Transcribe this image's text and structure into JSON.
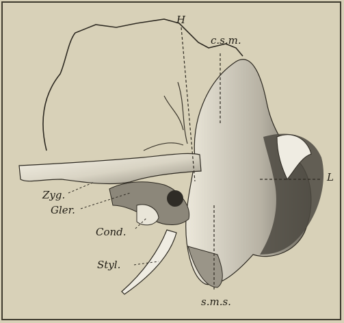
{
  "figure": {
    "labels": {
      "H": "H",
      "csm": "c.s.m.",
      "L": "L",
      "zyg": "Zyg.",
      "gler": "Gler.",
      "cond": "Cond.",
      "styl": "Styl.",
      "sms": "s.m.s."
    }
  },
  "colors": {
    "background": "#d8d1b8",
    "bone_light": "#f1eee2",
    "bone_shadow": "#6f6b60",
    "ink": "#1f1c14"
  }
}
